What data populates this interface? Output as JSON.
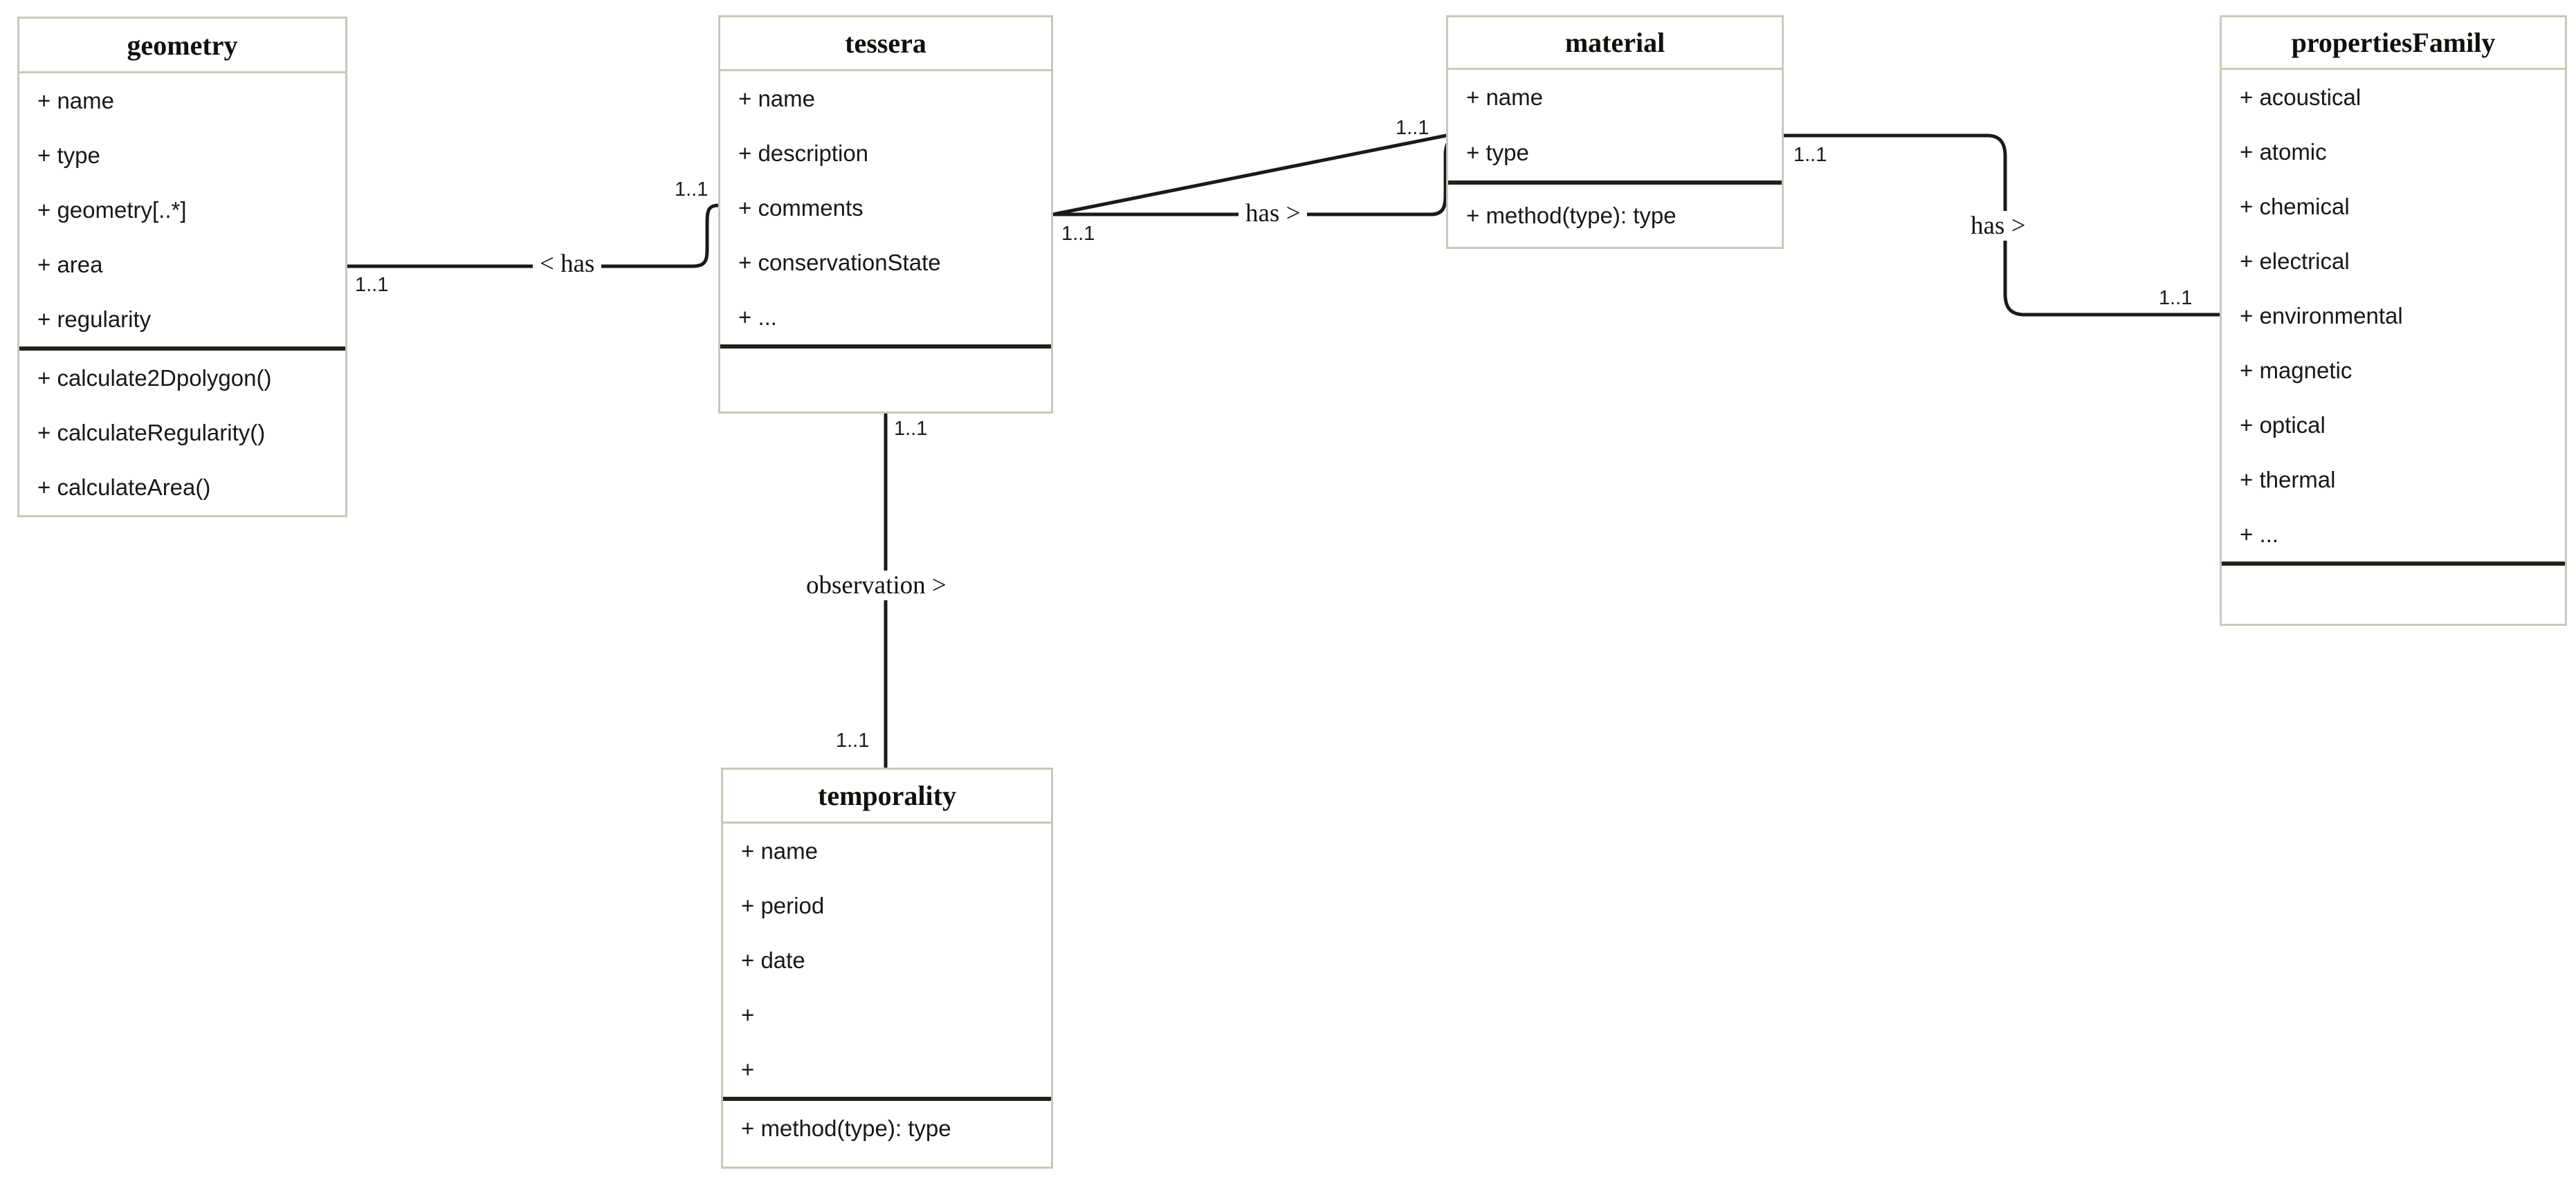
{
  "diagram": {
    "type": "uml-class-diagram",
    "classes": [
      {
        "id": "geometry",
        "name": "geometry",
        "attributes": [
          "+ name",
          "+ type",
          "+ geometry[..*]",
          "+ area",
          "+ regularity"
        ],
        "operations": [
          "+ calculate2Dpolygon()",
          "+ calculateRegularity()",
          "+ calculateArea()"
        ]
      },
      {
        "id": "tessera",
        "name": "tessera",
        "attributes": [
          "+ name",
          "+ description",
          "+ comments",
          "+ conservationState",
          "+ ..."
        ],
        "operations": [
          ""
        ]
      },
      {
        "id": "material",
        "name": "material",
        "attributes": [
          "+ name",
          "+ type"
        ],
        "operations": [
          "+ method(type): type"
        ]
      },
      {
        "id": "propertiesFamily",
        "name": "propertiesFamily",
        "attributes": [
          "+ acoustical",
          "+ atomic",
          "+ chemical",
          "+ electrical",
          "+ environmental",
          "+ magnetic",
          "+ optical",
          "+ thermal",
          "+ ..."
        ],
        "operations": [
          ""
        ]
      },
      {
        "id": "temporality",
        "name": "temporality",
        "attributes": [
          "+ name",
          "+ period",
          "+ date",
          "+",
          "+"
        ],
        "operations": [
          "+ method(type): type"
        ]
      }
    ],
    "associations": [
      {
        "id": "geometry-tessera",
        "from": "geometry",
        "to": "tessera",
        "label": "< has",
        "source_multiplicity": "1..1",
        "target_multiplicity": "1..1"
      },
      {
        "id": "tessera-material",
        "from": "tessera",
        "to": "material",
        "label": "has >",
        "source_multiplicity": "1..1",
        "target_multiplicity": "1..1"
      },
      {
        "id": "material-propertiesfamily",
        "from": "material",
        "to": "propertiesFamily",
        "label": "has >",
        "source_multiplicity": "1..1",
        "target_multiplicity": "1..1"
      },
      {
        "id": "tessera-temporality",
        "from": "tessera",
        "to": "temporality",
        "label": "observation >",
        "source_multiplicity": "1..1",
        "target_multiplicity": "1..1"
      }
    ],
    "colors": {
      "background": "#ffffff",
      "box_border": "#c8c8bc",
      "compartment_rule": "#221f1c",
      "edge_stroke": "#1a1a1a",
      "text": "#18181a"
    }
  }
}
